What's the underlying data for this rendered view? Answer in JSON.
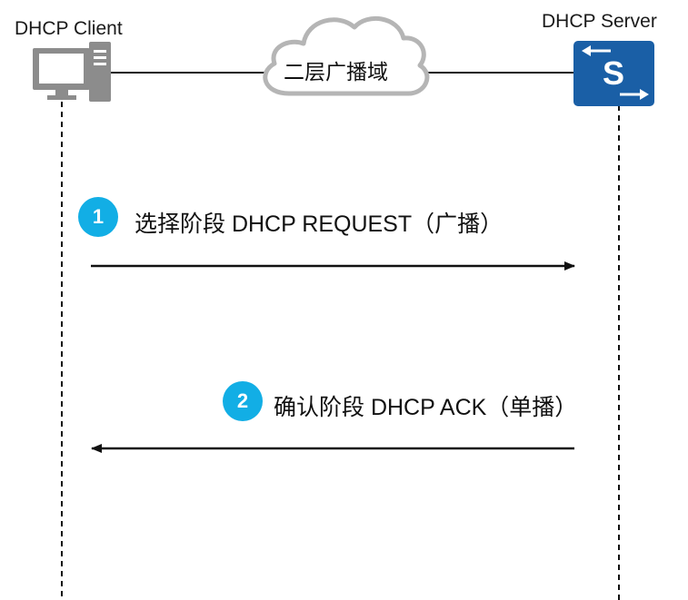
{
  "client": {
    "label": "DHCP Client",
    "icon": "desktop-computer-icon"
  },
  "server": {
    "label": "DHCP Server",
    "icon": "switch-icon",
    "icon_letter": "S",
    "color": "#1a5fa6"
  },
  "network": {
    "label": "二层广播域",
    "icon": "cloud-icon"
  },
  "steps": [
    {
      "number": "1",
      "text": "选择阶段 DHCP REQUEST（广播）",
      "direction": "client-to-server"
    },
    {
      "number": "2",
      "text": "确认阶段 DHCP ACK（单播）",
      "direction": "server-to-client"
    }
  ],
  "colors": {
    "badge": "#12aee5",
    "switch": "#1a5fa6",
    "cloud_stroke": "#b5b5b5",
    "computer": "#8c8c8c"
  }
}
